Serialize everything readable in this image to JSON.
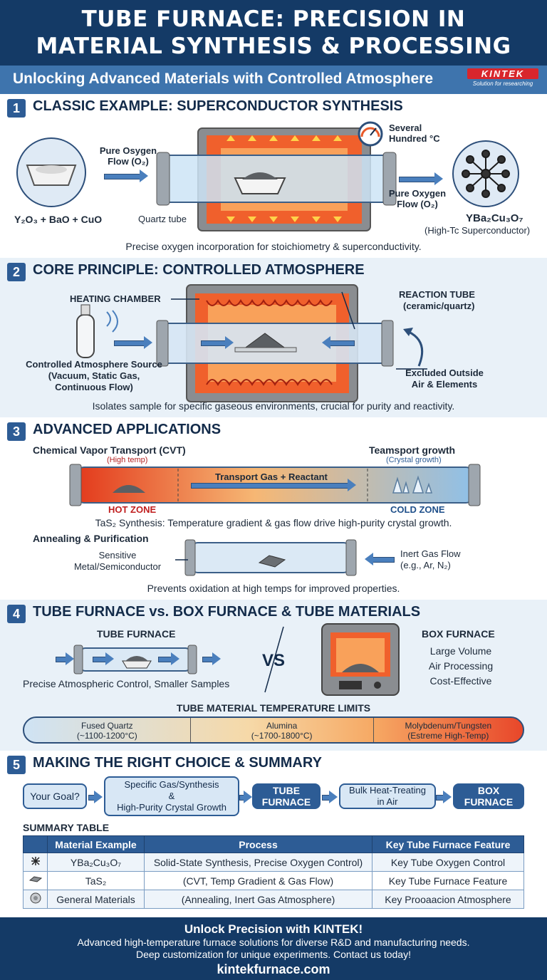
{
  "header": {
    "title_line1": "TUBE FURNACE: PRECISION IN",
    "title_line2": "MATERIAL SYNTHESIS & PROCESSING",
    "subtitle": "Unlocking Advanced Materials with Controlled Atmosphere",
    "logo_text": "KINTEK",
    "logo_tagline": "Solution for researching"
  },
  "s1": {
    "num": "1",
    "title": "CLASSIC EXAMPLE: SUPERCONDUCTOR SYNTHESIS",
    "gauge_label": "Several Hundred °C",
    "gas_in": "Pure Osygen Flow (O₂)",
    "reactants": "Y₂O₃ + BaO + CuO",
    "tube_label": "Quartz tube",
    "gas_out": "Pure Oxygen Flow (O₂)",
    "product": "YBa₂Cu₃O₇",
    "product_sub": "(High-Tc Superconductor)",
    "caption": "Precise oxygen incorporation for stoichiometry & superconductivity."
  },
  "s2": {
    "num": "2",
    "title": "CORE PRINCIPLE: CONTROLLED ATMOSPHERE",
    "heating": "HEATING CHAMBER",
    "reaction_tube": "REACTION TUBE",
    "reaction_tube_sub": "(ceramic/quartz)",
    "source": "Controlled Atmosphere Source",
    "source_sub1": "(Vacuum, Static Gas,",
    "source_sub2": "Continuous Flow)",
    "excluded1": "Excluded Outside",
    "excluded2": "Air & Elements",
    "caption": "Isolates sample for specific gaseous environments, crucial for purity and reactivity."
  },
  "s3": {
    "num": "3",
    "title": "ADVANCED APPLICATIONS",
    "cvt": "Chemical Vapor Transport (CVT)",
    "high_temp": "(High temp)",
    "growth": "Teamsport growth",
    "crystal_growth": "(Crystal growth)",
    "transport": "Transport Gas + Reactant",
    "hot": "HOT ZONE",
    "cold": "COLD ZONE",
    "cvt_caption": "TaS₂ Synthesis: Temperature gradient & gas flow drive high-purity crystal growth.",
    "anneal": "Annealing & Purification",
    "sensitive1": "Sensitive",
    "sensitive2": "Metal/Semiconductor",
    "inert1": "Inert Gas Flow",
    "inert2": "(e.g., Ar, N₂)",
    "caption": "Prevents oxidation at high temps for improved properties."
  },
  "s4": {
    "num": "4",
    "title": "TUBE FURNACE vs. BOX FURNACE & TUBE MATERIALS",
    "tube": "TUBE FURNACE",
    "tube_desc": "Precise Atmospheric Control, Smaller Samples",
    "vs": "VS",
    "box": "BOX FURNACE",
    "box_f1": "Large Volume",
    "box_f2": "Air Processing",
    "box_f3": "Cost-Effective",
    "limits_title": "TUBE MATERIAL TEMPERATURE LIMITS",
    "m1": "Fused Quartz",
    "m1_range": "(~1100-1200°C)",
    "m2": "Alumina",
    "m2_range": "(~1700-1800°C)",
    "m3": "Molybdenum/Tungsten",
    "m3_range": "(Estreme High-Temp)"
  },
  "s5": {
    "num": "5",
    "title": "MAKING THE RIGHT CHOICE & SUMMARY",
    "goal": "Your Goal?",
    "opt1_l1": "Specific Gas/Synthesis",
    "opt1_l2": "&",
    "opt1_l3": "High-Purity Crystal Growth",
    "tube_l1": "TUBE",
    "tube_l2": "FURNACE",
    "opt2_l1": "Bulk Heat-Treating",
    "opt2_l2": "in Air",
    "box_l1": "BOX",
    "box_l2": "FURNACE",
    "summary_title": "SUMMARY TABLE",
    "columns": [
      "Material Example",
      "Process",
      "Key Tube Furnace Feature"
    ],
    "rows": [
      [
        "YBa₂Cu₃O₇",
        "Solid-State Synthesis, Precise Oxygen Control)",
        "Key Tube Oxygen Control"
      ],
      [
        "TaS₂",
        "(CVT, Temp Gradient & Gas Flow)",
        "Key Tube Furnace Feature"
      ],
      [
        "General Materials",
        "(Annealing, Inert Gas Atmosphere)",
        "Key Prooaacion Atmosphere"
      ]
    ]
  },
  "footer": {
    "headline": "Unlock Precision with KINTEK!",
    "line1": "Advanced high-temperature furnace solutions for diverse R&D and manufacturing needs.",
    "line2": "Deep customization for unique experiments. Contact us today!",
    "url": "kintekfurnace.com"
  },
  "colors": {
    "navy": "#143a66",
    "accent": "#2d5c95",
    "hot": "#e85a2a",
    "cold": "#7fb2e0"
  }
}
